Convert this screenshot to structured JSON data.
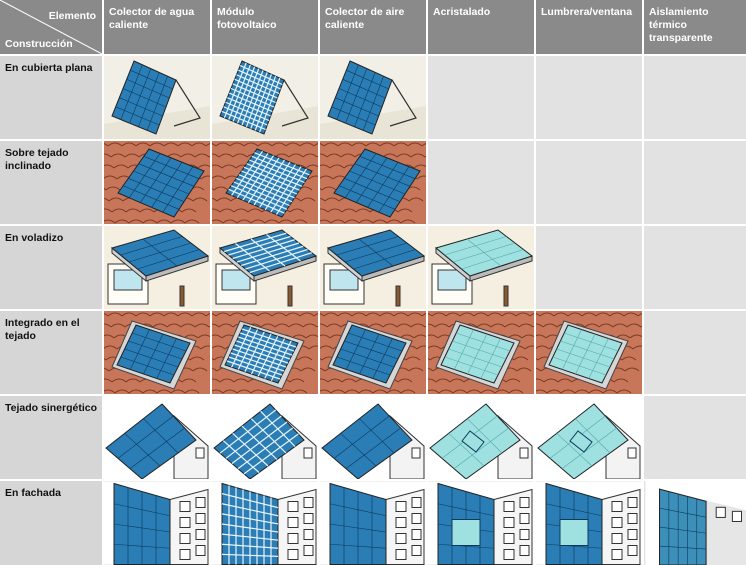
{
  "header": {
    "corner_top": "Elemento",
    "corner_bottom": "Construcción",
    "columns": [
      "Colector de agua caliente",
      "Módulo fotovoltaico",
      "Colector de aire caliente",
      "Acristalado",
      "Lumbrera/ventana",
      "Aislamiento térmico transparente"
    ]
  },
  "rows": [
    {
      "label": "En cubierta plana",
      "cells": [
        "water-collector",
        "pv-module",
        "air-collector",
        "empty",
        "empty",
        "empty"
      ]
    },
    {
      "label": "Sobre tejado inclinado",
      "cells": [
        "water-collector",
        "pv-module",
        "air-collector",
        "empty",
        "empty",
        "empty"
      ]
    },
    {
      "label": "En voladizo",
      "cells": [
        "water-collector",
        "pv-module",
        "air-collector",
        "glazing",
        "empty",
        "empty"
      ]
    },
    {
      "label": "Integrado en el tejado",
      "cells": [
        "water-collector",
        "pv-module",
        "air-collector",
        "glazing",
        "skylight",
        "empty"
      ]
    },
    {
      "label": "Tejado sinergético",
      "cells": [
        "water-collector",
        "pv-module",
        "air-collector",
        "glazing",
        "skylight",
        "empty"
      ]
    },
    {
      "label": "En fachada",
      "cells": [
        "water-collector",
        "pv-module",
        "air-collector",
        "glazing",
        "skylight",
        "transparent-insulation"
      ]
    }
  ],
  "colors": {
    "header_bg": "#8a8a8a",
    "row_label_bg": "#d6d6d6",
    "empty_cell_bg": "#e2e2e2",
    "panel_blue": "#2a7db5",
    "glass_cyan": "#9fe0e0",
    "roof_tile": "#c8765a"
  }
}
